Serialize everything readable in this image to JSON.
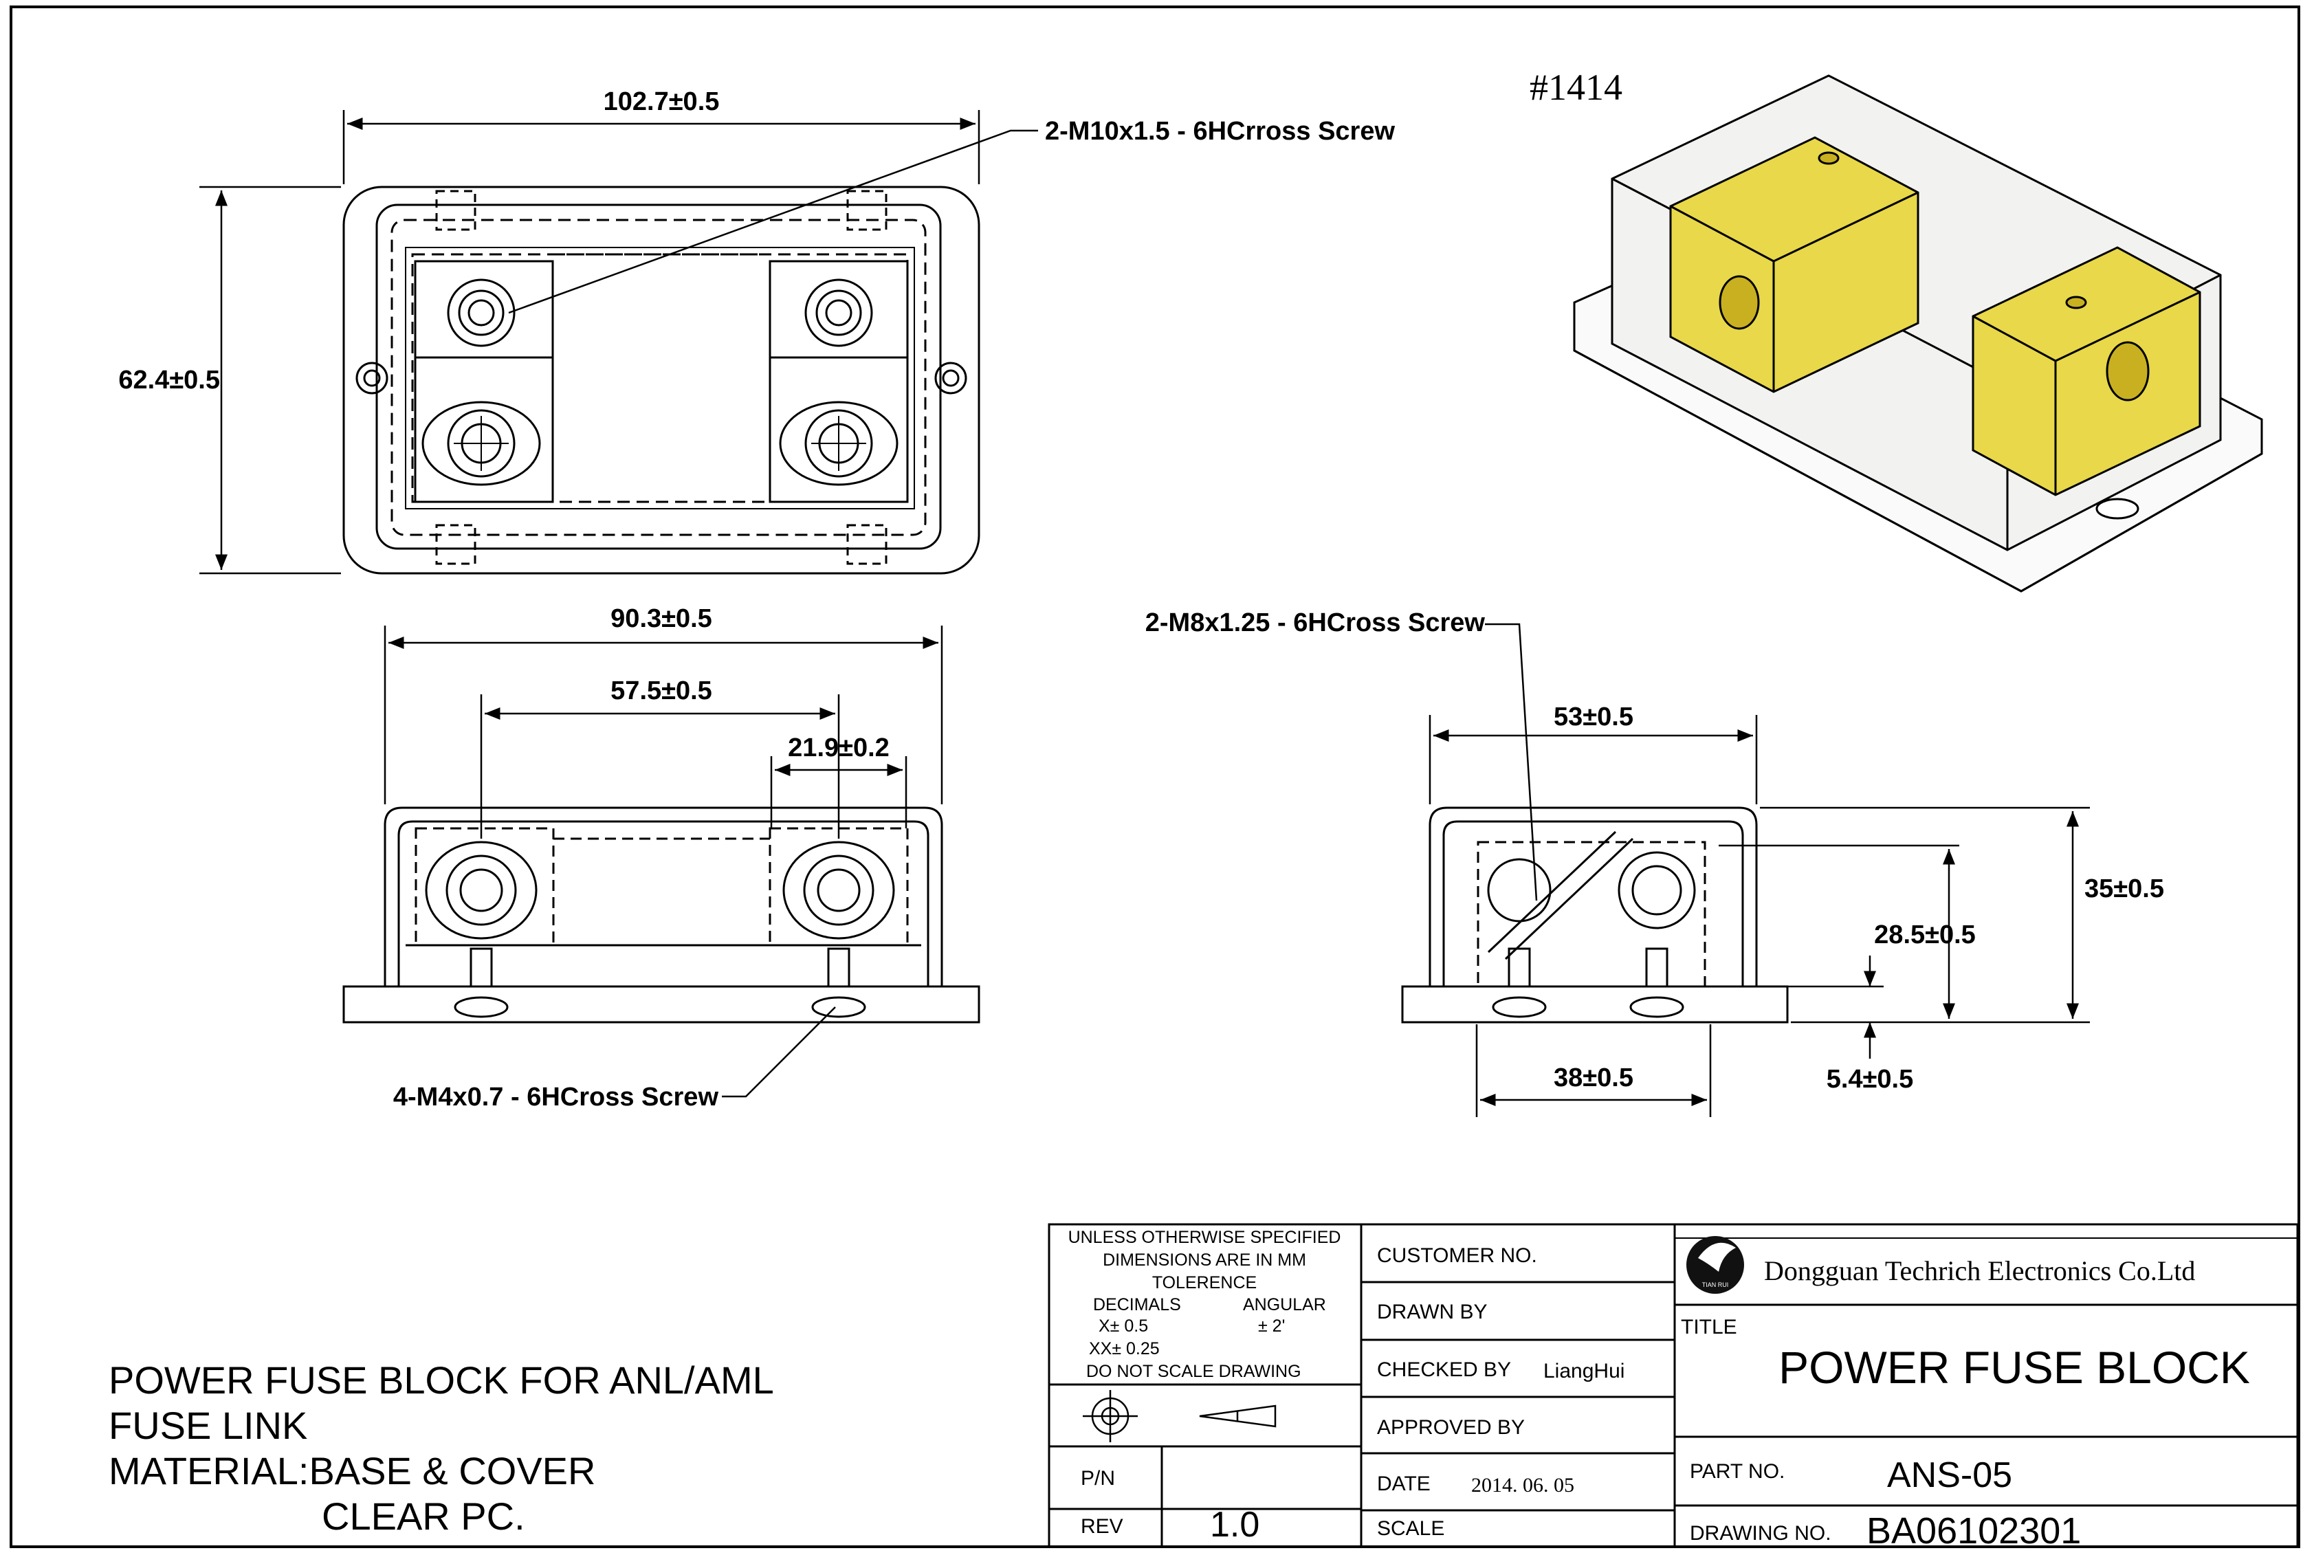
{
  "drawing_id": "#1414",
  "dimensions": {
    "top_width": "102.7±0.5",
    "top_height": "62.4±0.5",
    "front_width": "90.3±0.5",
    "front_spacing": "57.5±0.5",
    "front_terminal": "21.9±0.2",
    "side_width": "53±0.5",
    "side_base": "38±0.5",
    "side_height": "35±0.5",
    "side_terminal_height": "28.5±0.5",
    "side_base_thickness": "5.4±0.5"
  },
  "callouts": {
    "m10_screw": "2-M10x1.5 - 6HCrross Screw",
    "m8_screw": "2-M8x1.25 - 6HCross Screw",
    "m4_screw": "4-M4x0.7 - 6HCross Screw"
  },
  "notes": {
    "line1": "POWER FUSE BLOCK FOR ANL/AML",
    "line2": "FUSE LINK",
    "line3": "MATERIAL:BASE & COVER",
    "line4": "CLEAR PC."
  },
  "title_block": {
    "unless": "UNLESS OTHERWISE SPECIFIED",
    "dims_mm": "DIMENSIONS ARE IN MM",
    "tolerence": "TOLERENCE",
    "decimals": "DECIMALS",
    "angular": "ANGULAR",
    "x_tol": "X± 0.5",
    "ang_tol": "± 2'",
    "xx_tol": "XX± 0.25",
    "do_not_scale": "DO NOT SCALE DRAWING",
    "customer_no": "CUSTOMER NO.",
    "drawn_by": "DRAWN BY",
    "checked_by": "CHECKED BY",
    "checked_name": "LiangHui",
    "approved_by": "APPROVED BY",
    "pn_label": "P/N",
    "date_label": "DATE",
    "date_value": "2014. 06. 05",
    "rev_label": "REV",
    "rev_value": "1.0",
    "scale_label": "SCALE",
    "company": "Dongguan Techrich Electronics Co.Ltd",
    "logo_text": "TIAN RUI",
    "title_label": "TITLE",
    "title_value": "POWER FUSE BLOCK",
    "part_no_label": "PART NO.",
    "part_no_value": "ANS-05",
    "drawing_no_label": "DRAWING NO.",
    "drawing_no_value": "BA06102301"
  },
  "colors": {
    "line": "#000000",
    "terminal_yellow": "#e8d84a",
    "terminal_dark": "#c9b021",
    "cover_tint": "#f2f2f0"
  }
}
